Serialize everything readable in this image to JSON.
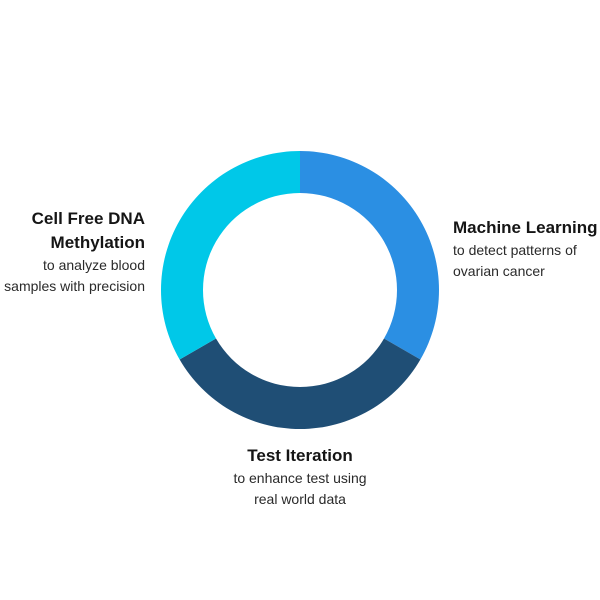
{
  "segments": [
    {
      "id": "cfdna",
      "title": "Cell Free DNA Methylation",
      "title_line1": "Cell Free DNA",
      "title_line2": "Methylation",
      "desc_line1": "to analyze blood",
      "desc_line2": "samples with precision",
      "color": "#00c8e8"
    },
    {
      "id": "ml",
      "title": "Machine Learning",
      "desc_line1": "to detect patterns of",
      "desc_line2": "ovarian cancer",
      "color": "#2b8fe3"
    },
    {
      "id": "test",
      "title": "Test Iteration",
      "desc_line1": "to enhance test using",
      "desc_line2": "real world data",
      "color": "#1f4e75"
    }
  ],
  "labels": {
    "left": {
      "title_line1": "Cell Free DNA",
      "title_line2": "Methylation",
      "desc_line1": "to analyze blood",
      "desc_line2": "samples with precision"
    },
    "right": {
      "title": "Machine Learning",
      "desc_line1": "to detect patterns of",
      "desc_line2": "ovarian cancer"
    },
    "bottom": {
      "title": "Test Iteration",
      "desc_line1": "to enhance test using",
      "desc_line2": "real world data"
    }
  }
}
